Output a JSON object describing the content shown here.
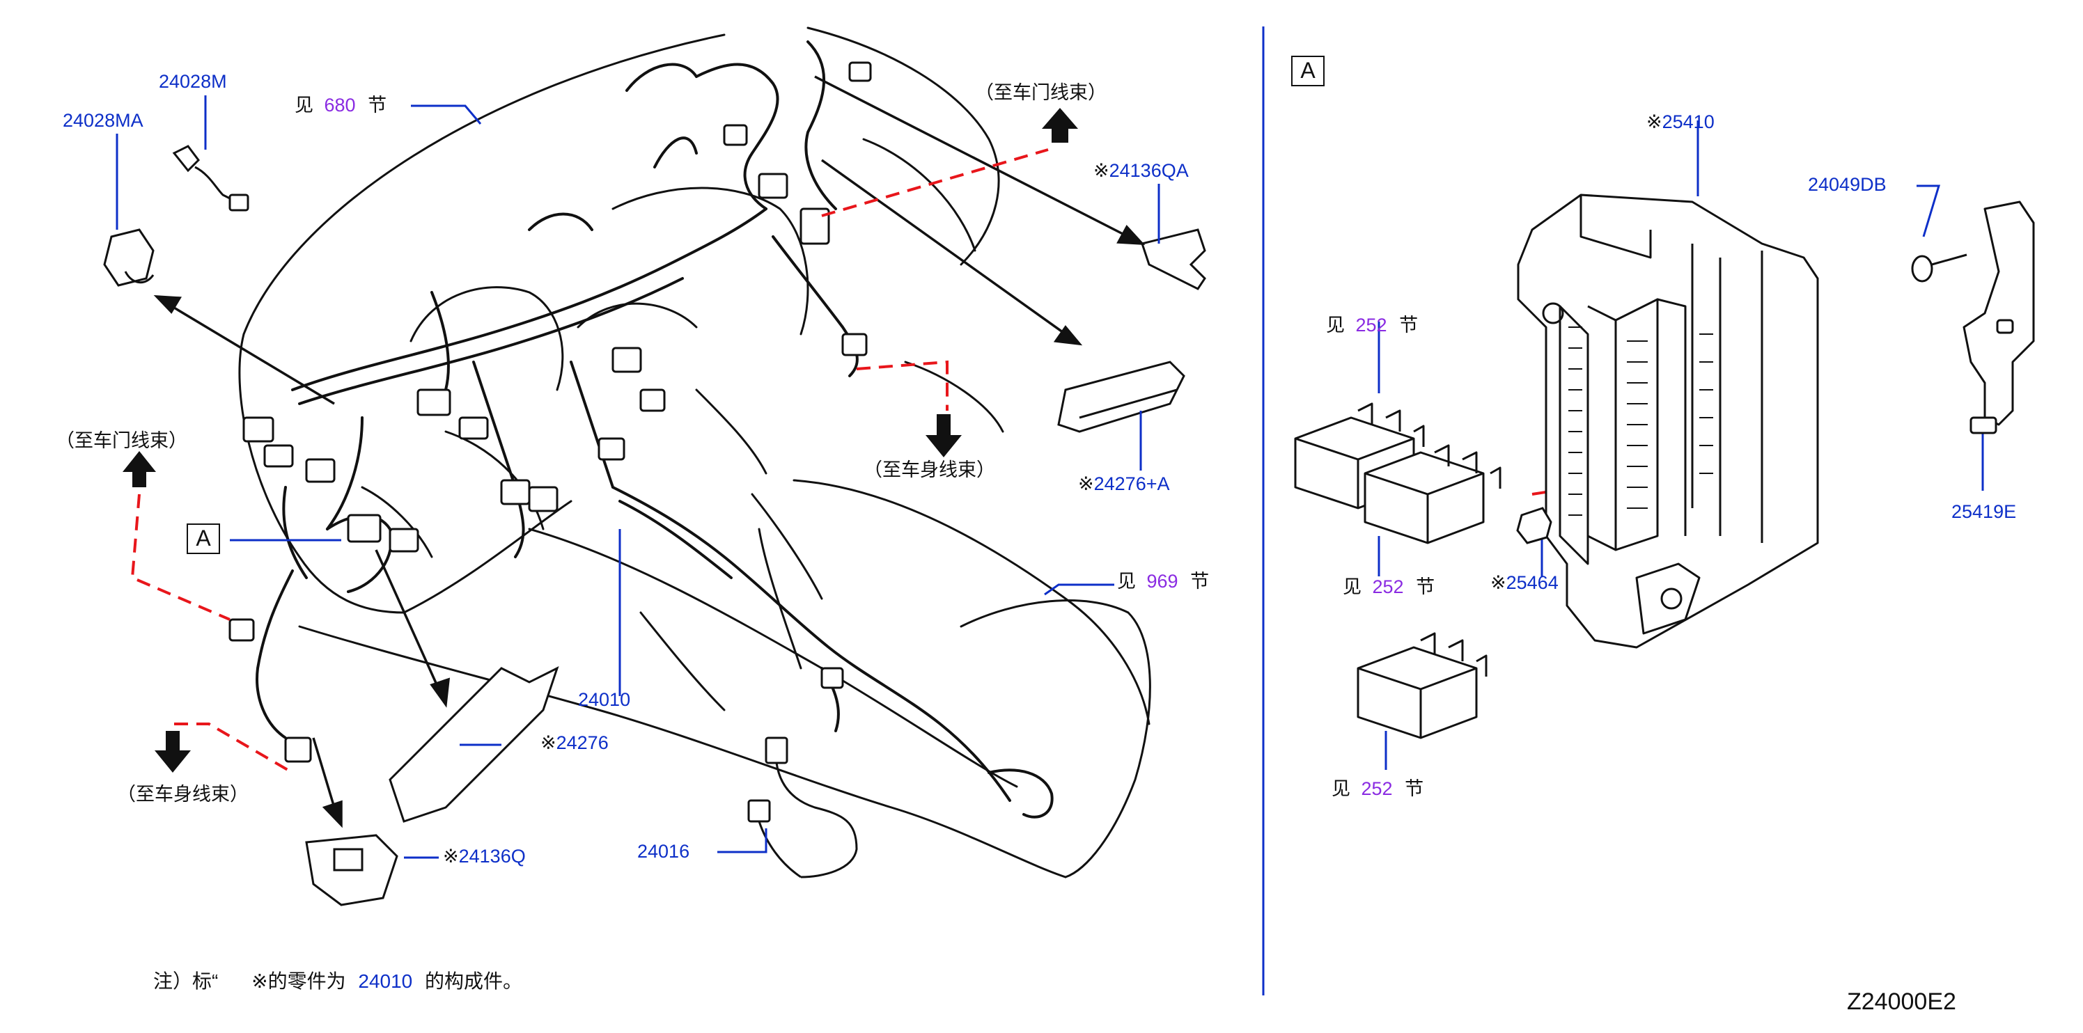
{
  "drawing_code": "Z24000E2",
  "view_marker": "A",
  "note": {
    "prefix": "注）标“",
    "mark": "※",
    "middle": "的零件为",
    "part": "24010",
    "suffix": "的构成件。"
  },
  "see": {
    "prefix": "见",
    "suffix": "节"
  },
  "sections": {
    "s680": "680",
    "s969": "969",
    "s252": "252"
  },
  "destinations": {
    "door_harness": "（至车门线束）",
    "body_harness": "（至车身线束）"
  },
  "mark": "※",
  "parts": {
    "p24028M": "24028M",
    "p24028MA": "24028MA",
    "p24136QA": "24136QA",
    "p24276A": "24276+A",
    "p24010": "24010",
    "p24276": "24276",
    "p24136Q": "24136Q",
    "p24016": "24016",
    "p25410": "25410",
    "p24049DB": "24049DB",
    "p25419E": "25419E",
    "p25464": "25464"
  },
  "colors": {
    "leader": "#0d2fc8",
    "section_ref": "#8a2be2",
    "dashed": "#e8161b",
    "line": "#111111"
  }
}
